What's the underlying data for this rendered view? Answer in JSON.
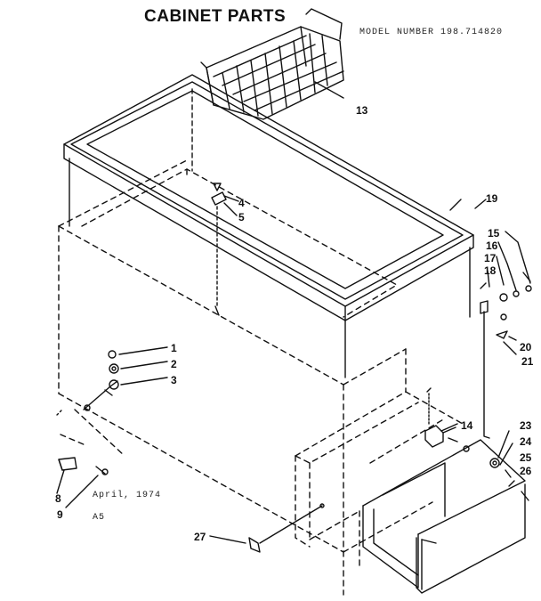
{
  "title": "CABINET PARTS",
  "model_number": "MODEL NUMBER 198.714820",
  "date": "April, 1974",
  "code": "A5",
  "callouts": [
    "1",
    "2",
    "3",
    "4",
    "5",
    "8",
    "9",
    "13",
    "14",
    "15",
    "16",
    "17",
    "18",
    "19",
    "20",
    "21",
    "23",
    "24",
    "25",
    "26",
    "27"
  ]
}
